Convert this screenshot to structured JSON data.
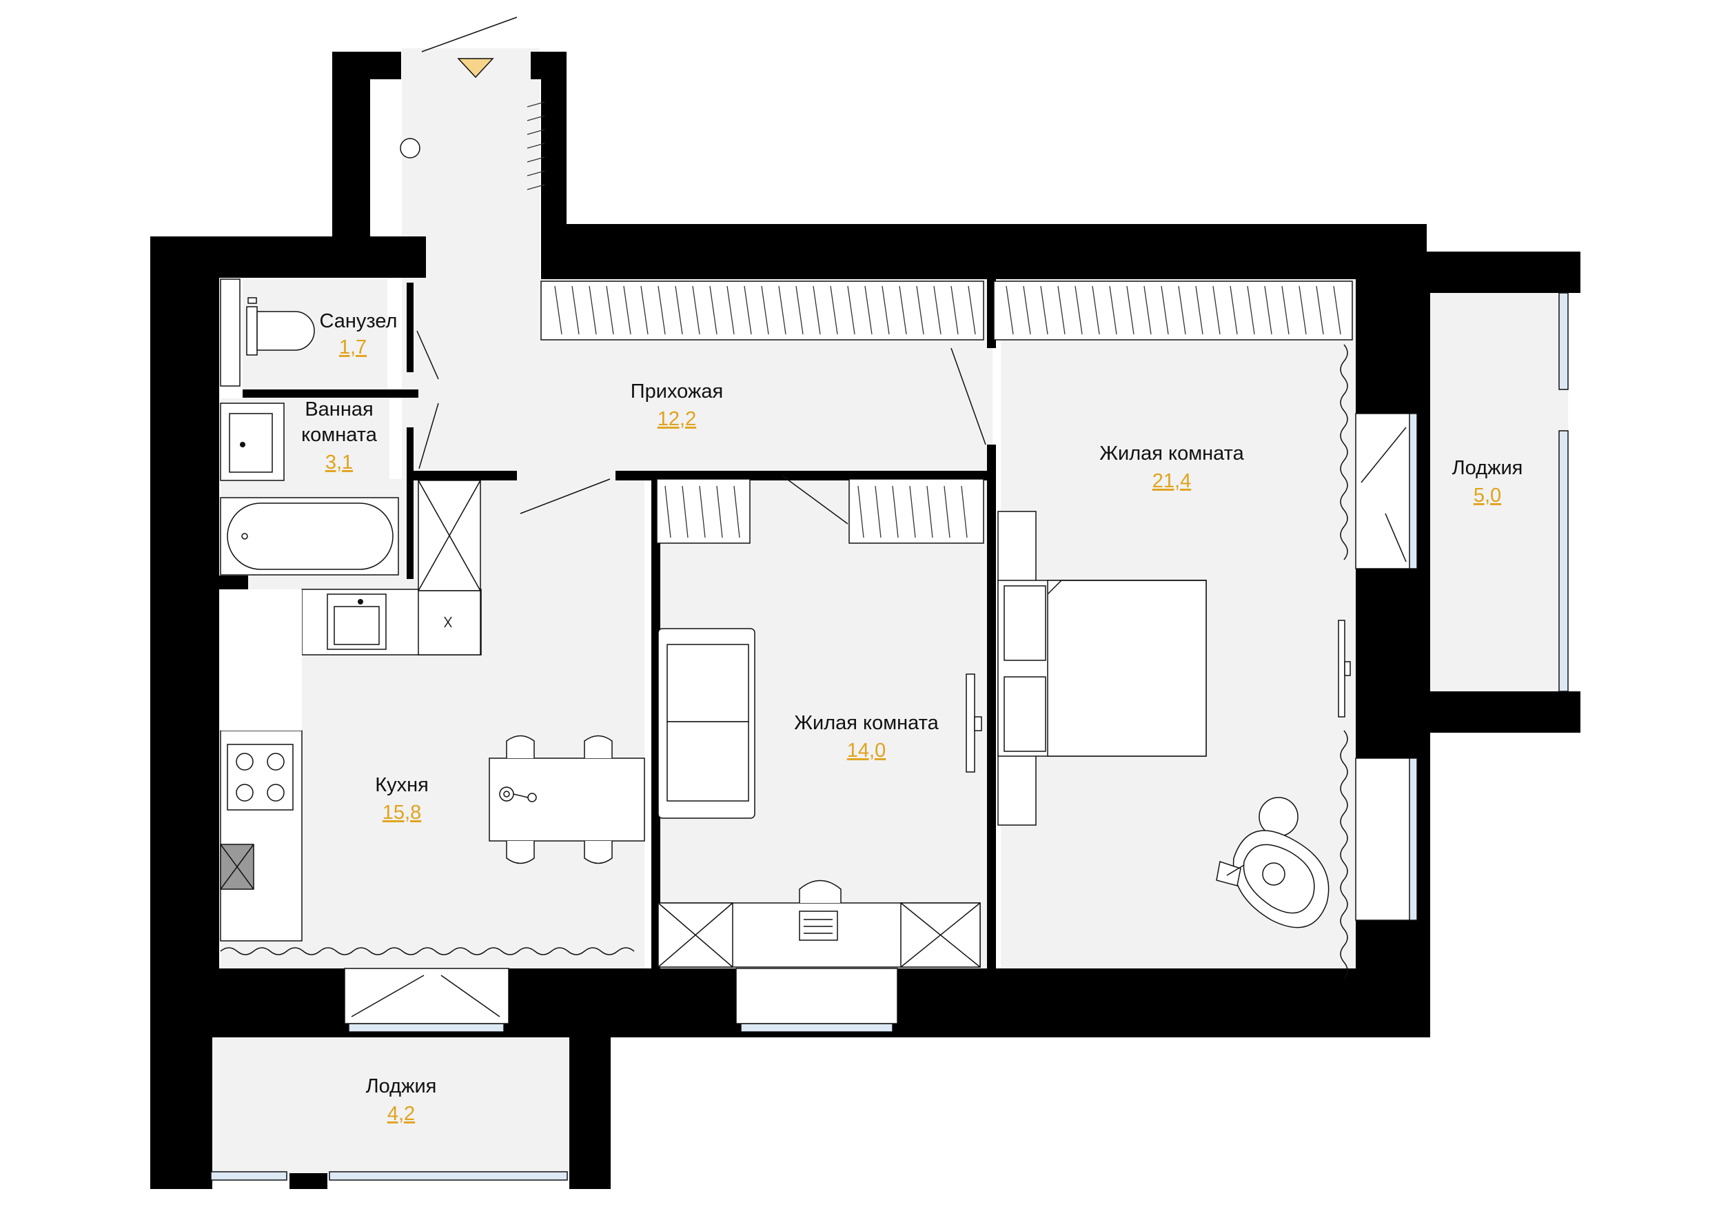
{
  "plan": {
    "colors": {
      "wall": "#000000",
      "floor": "#f2f2f2",
      "window": "#dce9f5",
      "area_text": "#e0a31d",
      "label_text": "#111111"
    },
    "rooms": [
      {
        "name": "Санузел",
        "area": "1,7"
      },
      {
        "name_lines": [
          "Ванная",
          "комната"
        ],
        "area": "3,1"
      },
      {
        "name": "Прихожая",
        "area": "12,2"
      },
      {
        "name": "Жилая комната",
        "area": "21,4"
      },
      {
        "name": "Лоджия",
        "area": "5,0"
      },
      {
        "name": "Кухня",
        "area": "15,8"
      },
      {
        "name": "Жилая комната",
        "area": "14,0"
      },
      {
        "name": "Лоджия",
        "area": "4,2"
      }
    ],
    "fixtures": [
      "entrance-arrow-icon",
      "toilet-icon",
      "sink-icon",
      "bathtub-icon",
      "stove-icon",
      "dining-table-icon",
      "sofa-icon",
      "bed-icon",
      "armchair-icon",
      "desk-icon",
      "tv-icon",
      "wardrobe-icon"
    ]
  }
}
